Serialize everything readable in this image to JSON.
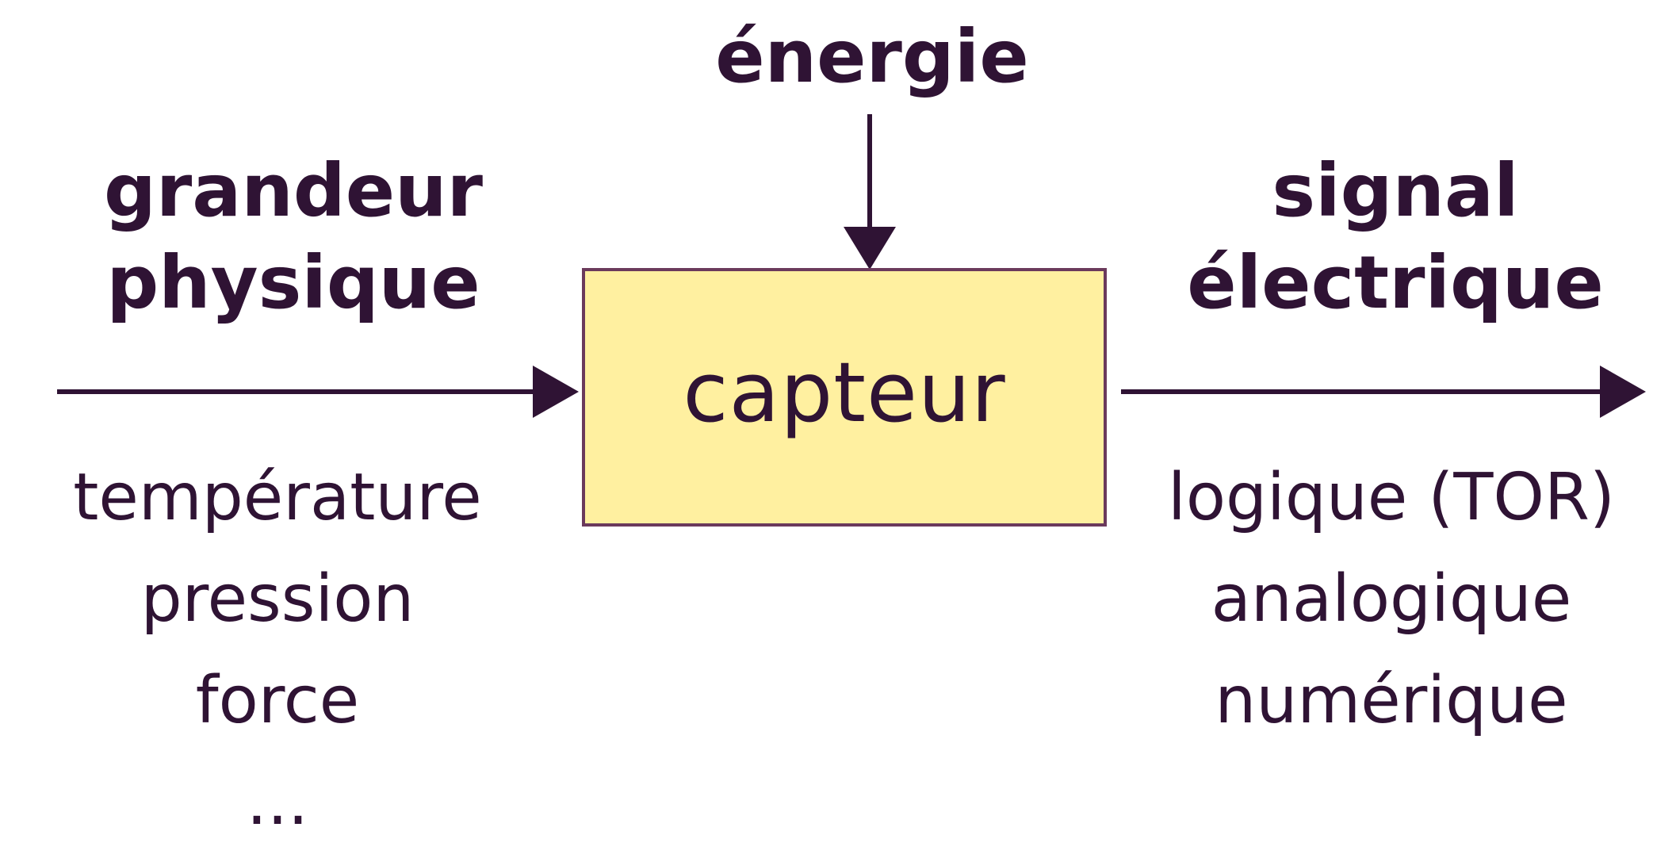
{
  "diagram": {
    "block": {
      "label": "capteur",
      "fill": "#fff0a0",
      "border": "#6b3a5c"
    },
    "energy": {
      "label": "énergie"
    },
    "input": {
      "heading": [
        "grandeur",
        "physique"
      ],
      "items": [
        "température",
        "pression",
        "force",
        "..."
      ]
    },
    "output": {
      "heading": [
        "signal",
        "électrique"
      ],
      "items": [
        "logique (TOR)",
        "analogique",
        "numérique"
      ]
    },
    "colors": {
      "ink": "#2f1334",
      "background": "#ffffff"
    }
  }
}
